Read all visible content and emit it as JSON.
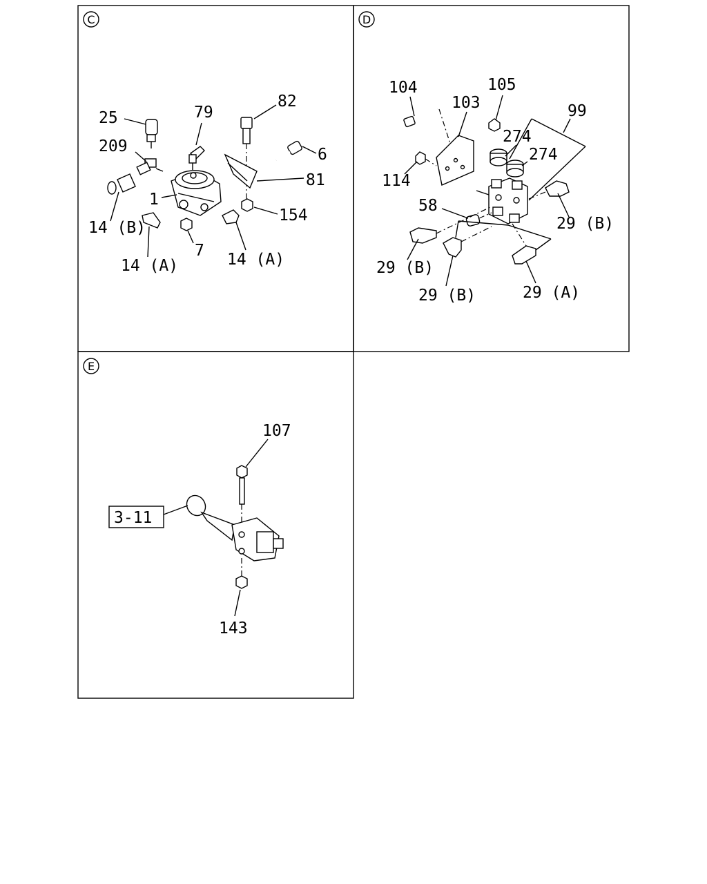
{
  "panels": {
    "C": {
      "letter": "C",
      "labels": {
        "l25": "25",
        "l79": "79",
        "l82": "82",
        "l209": "209",
        "l6": "6",
        "l81": "81",
        "l1": "1",
        "l154": "154",
        "l14b": "14 (B)",
        "l7": "7",
        "l14a_left": "14 (A)",
        "l14a_right": "14 (A)"
      }
    },
    "D": {
      "letter": "D",
      "labels": {
        "l104": "104",
        "l105": "105",
        "l103": "103",
        "l99": "99",
        "l274a": "274",
        "l274b": "274",
        "l114": "114",
        "l58": "58",
        "l29b_right": "29 (B)",
        "l29b_left": "29 (B)",
        "l29b_bottom": "29 (B)",
        "l29a": "29 (A)"
      }
    },
    "E": {
      "letter": "E",
      "labels": {
        "l107": "107",
        "l311": "3-11",
        "l143": "143"
      }
    }
  }
}
